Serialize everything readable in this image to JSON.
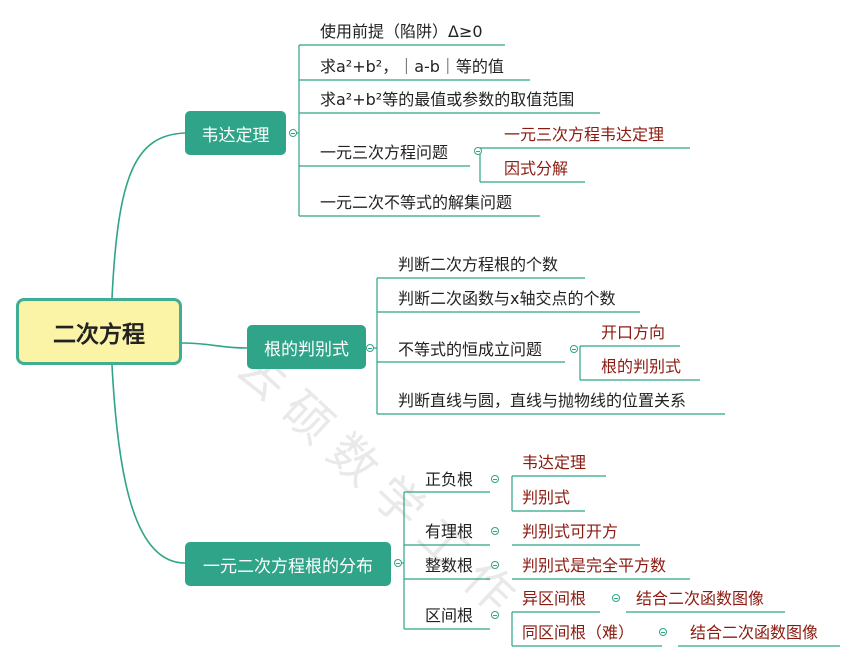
{
  "root": {
    "label": "二次方程"
  },
  "watermark": "去硕数学工作",
  "branches": [
    {
      "label": "韦达定理",
      "items": [
        {
          "label": "使用前提（陷阱）Δ≥0"
        },
        {
          "label": "求a²+b²，｜a-b｜等的值"
        },
        {
          "label": "求a²+b²等的最值或参数的取值范围"
        },
        {
          "label": "一元三次方程问题",
          "children": [
            "一元三次方程韦达定理",
            "因式分解"
          ]
        },
        {
          "label": "一元二次不等式的解集问题"
        }
      ]
    },
    {
      "label": "根的判别式",
      "items": [
        {
          "label": "判断二次方程根的个数"
        },
        {
          "label": "判断二次函数与x轴交点的个数"
        },
        {
          "label": "不等式的恒成立问题",
          "children": [
            "开口方向",
            "根的判别式"
          ]
        },
        {
          "label": "判断直线与圆，直线与抛物线的位置关系"
        }
      ]
    },
    {
      "label": "一元二次方程根的分布",
      "items": [
        {
          "label": "正负根",
          "children": [
            "韦达定理",
            "判别式"
          ]
        },
        {
          "label": "有理根",
          "children": [
            "判别式可开方"
          ]
        },
        {
          "label": "整数根",
          "children": [
            "判别式是完全平方数"
          ]
        },
        {
          "label": "区间根",
          "children": [
            {
              "label": "异区间根",
              "child": "结合二次函数图像"
            },
            {
              "label": "同区间根（难）",
              "child": "结合二次函数图像"
            }
          ]
        }
      ]
    }
  ]
}
